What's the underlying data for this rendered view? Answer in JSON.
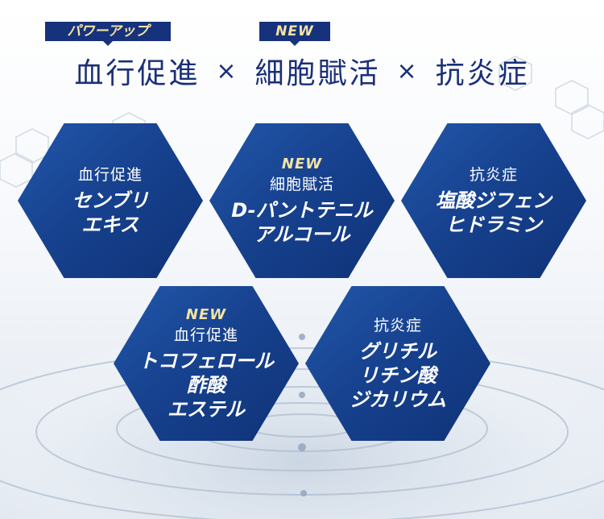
{
  "badges": {
    "power_up": "パワーアップ",
    "new": "NEW"
  },
  "headline": {
    "part1": "血行促進",
    "sep1": "×",
    "part2": "細胞賦活",
    "sep2": "×",
    "part3": "抗炎症"
  },
  "hexagons": [
    {
      "category": "血行促進",
      "name_lines": [
        "センブリ",
        "エキス"
      ]
    },
    {
      "new": "NEW",
      "category": "細胞賦活",
      "name_lines": [
        "D-パントテニル",
        "アルコール"
      ]
    },
    {
      "category": "抗炎症",
      "name_lines": [
        "塩酸ジフェン",
        "ヒドラミン"
      ]
    },
    {
      "new": "NEW",
      "category": "血行促進",
      "name_lines": [
        "トコフェロール",
        "酢酸",
        "エステル"
      ]
    },
    {
      "category": "抗炎症",
      "name_lines": [
        "グリチル",
        "リチン酸",
        "ジカリウム"
      ]
    }
  ],
  "colors": {
    "navy": "#1a2f78",
    "hex_blue": "#17428f",
    "gold": "#f3e3a3"
  }
}
